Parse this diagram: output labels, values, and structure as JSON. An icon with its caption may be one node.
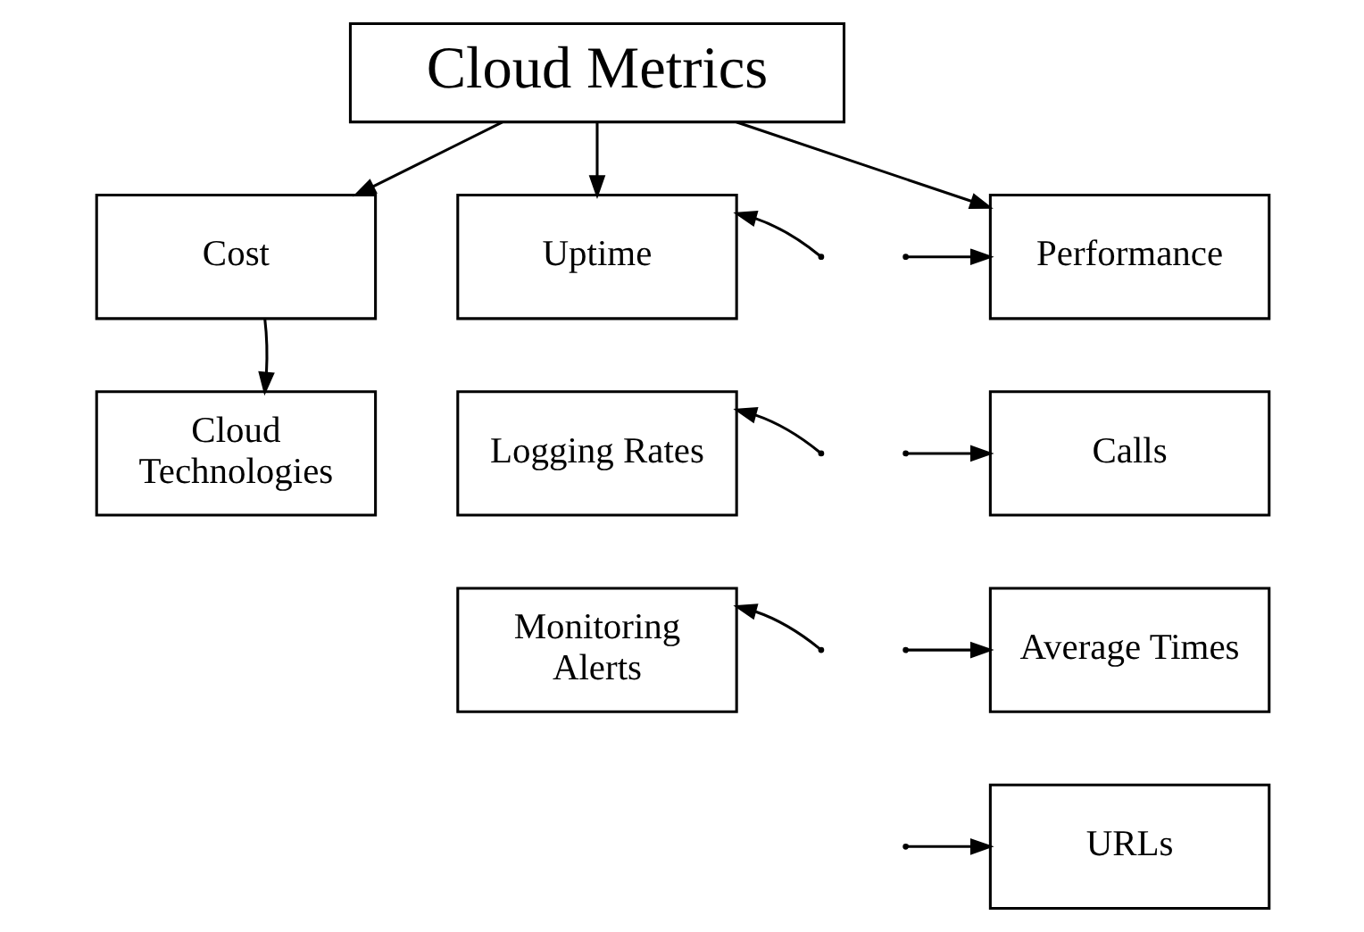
{
  "diagram": {
    "nodes": [
      {
        "text": [
          "Cloud Metrics"
        ]
      },
      {
        "text": [
          "Performance"
        ]
      },
      {
        "text": [
          "Cost"
        ]
      },
      {
        "text": [
          "Uptime"
        ]
      },
      {
        "text": [
          "Calls"
        ]
      },
      {
        "text": [
          "Cloud Technologies"
        ]
      },
      {
        "text": [
          "Logging Rates"
        ]
      },
      {
        "text": [
          "Average Times"
        ]
      },
      {
        "text": [
          "Monitoring Alerts"
        ]
      },
      {
        "text": [
          "URLs"
        ]
      }
    ],
    "edges": [
      {
        "from": 0,
        "to": 1,
        "arrow": "to"
      },
      {
        "from": 0,
        "to": 2,
        "arrow": "to"
      },
      {
        "from": 0,
        "to": 3,
        "arrow": "to"
      },
      {
        "from": 2,
        "to": 5,
        "arrow": "to"
      },
      {
        "from": null,
        "to": 1,
        "arrow": "to"
      },
      {
        "from": null,
        "to": 4,
        "arrow": "to"
      },
      {
        "from": null,
        "to": 7,
        "arrow": "to"
      },
      {
        "from": null,
        "to": 9,
        "arrow": "to"
      },
      {
        "from": null,
        "to": 3,
        "arrow": "to"
      },
      {
        "from": null,
        "to": 6,
        "arrow": "to"
      },
      {
        "from": null,
        "to": 8,
        "arrow": "to"
      }
    ]
  }
}
